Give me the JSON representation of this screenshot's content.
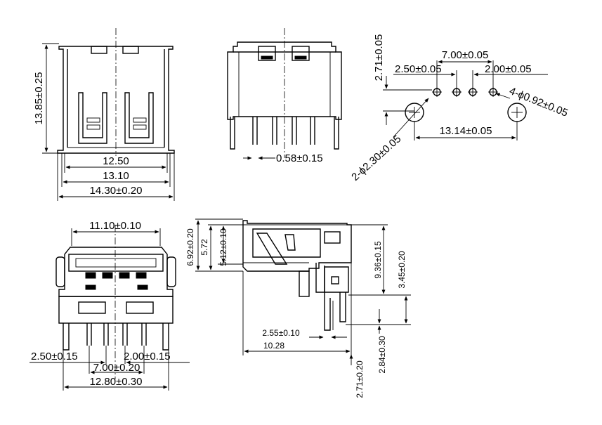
{
  "drawing": {
    "front_view": {
      "height": "13.85±0.25",
      "inner_width": "12.50",
      "body_width": "13.10",
      "overall_width": "14.30±0.20"
    },
    "rear_view": {
      "pin_width": "0.58±0.15"
    },
    "pcb_layout": {
      "top_offset": "2.71±0.05",
      "pin_span": "7.00±0.05",
      "left_pitch": "2.50±0.05",
      "right_pitch": "2.00±0.05",
      "peg_spacing": "13.14±0.05",
      "peg_holes": "2-ϕ2.30±0.05",
      "pin_holes": "4-ϕ0.92±0.05"
    },
    "bottom_view": {
      "shell_width": "11.10±0.10",
      "left_pitch": "2.50±0.15",
      "right_pitch": "2.00±0.15",
      "pin_span": "7.00±0.20",
      "overall_width": "12.80±0.30"
    },
    "side_view": {
      "height_total": "6.92±0.20",
      "height_mid": "5.72",
      "height_small": "5.12±0.10",
      "length_long": "9.36±0.15",
      "height_lower": "3.45±0.20",
      "tab_offset": "2.55±0.10",
      "length_base": "10.28",
      "pin_length": "2.84±0.30",
      "bottom_offset": "2.71±0.20"
    }
  }
}
